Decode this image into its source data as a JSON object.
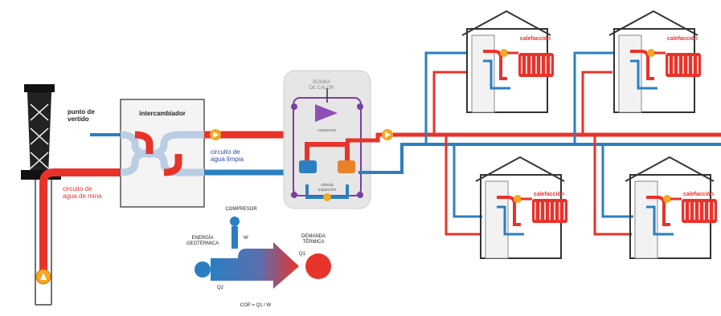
{
  "labels": {
    "well_discharge": "punto de\nvertido",
    "heat_exchanger": "intercambiador",
    "mine_water_circuit": "circuito de\nagua de mina",
    "clean_water_circuit": "circuito de\nagua limpia",
    "heat_pump": "BOMBA\nDE CALOR",
    "compressor_small": "compresor",
    "expansion_small": "válvula\nexpansión",
    "heating": "calefacción",
    "compressor": "COMPRESOR",
    "geothermal_energy": "ENERGÍA\nGEOTÉRMICA",
    "thermal_demand": "DEMANDA\nTÉRMICA",
    "q1": "Q1",
    "q2": "Q2",
    "w": "W",
    "cop_formula": "COP = Q1 / W"
  },
  "colors": {
    "hot_pipe": "#e8332b",
    "cold_pipe": "#2b7fc1",
    "light_pipe": "#b9cde3",
    "pump_orange": "#f5a623",
    "heat_pump_body": "#e6e6e6",
    "heat_pump_purple": "#7a3fa0",
    "radiator_red": "#e8332b"
  },
  "icons": [
    "mine-tower-icon",
    "pump-icon",
    "compressor-icon",
    "radiator-icon",
    "house-icon"
  ]
}
